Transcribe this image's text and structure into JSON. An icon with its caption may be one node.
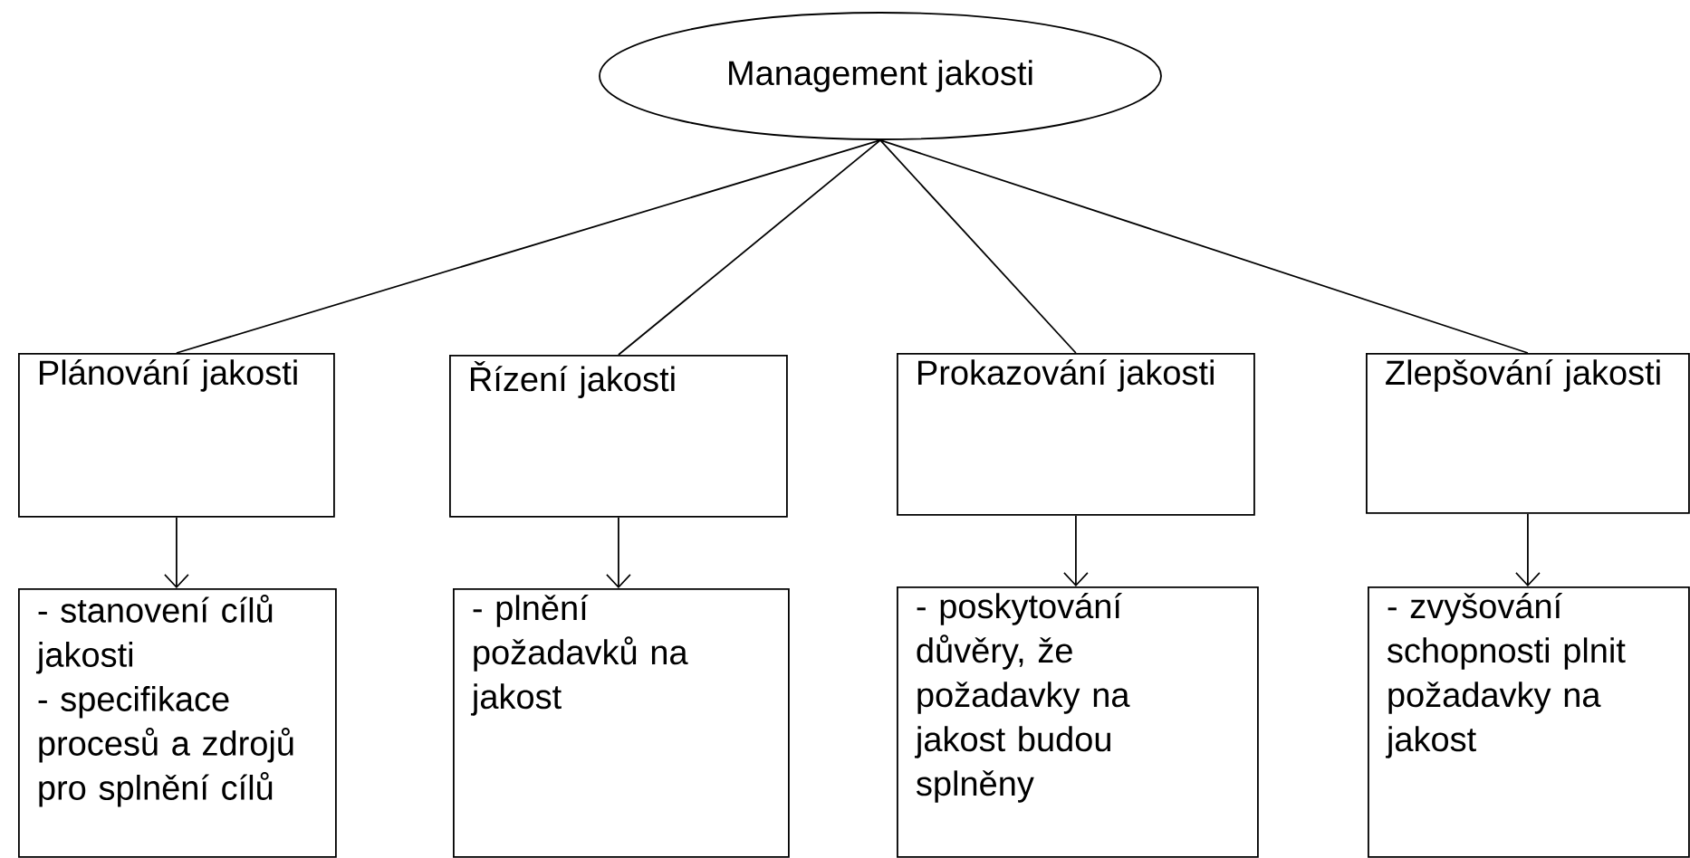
{
  "diagram": {
    "nodes": [
      {
        "text": [
          "Management jakosti"
        ]
      },
      {
        "text": [
          "Plánování jakosti"
        ]
      },
      {
        "text": [
          "Řízení jakosti"
        ]
      },
      {
        "text": [
          "Prokazování jakosti"
        ]
      },
      {
        "text": [
          "Zlepšování jakosti"
        ]
      },
      {
        "text": [
          "- stanovení cílů jakosti",
          "- specifikace procesů a zdrojů pro splnění cílů"
        ]
      },
      {
        "text": [
          "- plnění požadavků na jakost"
        ]
      },
      {
        "text": [
          "- poskytování důvěry, že požadavky na jakost budou splněny"
        ]
      },
      {
        "text": [
          "- zvyšování schopnosti plnit požadavky na jakost"
        ]
      }
    ],
    "edges": [
      {
        "from": 0,
        "to": 1,
        "arrow": "none"
      },
      {
        "from": 0,
        "to": 2,
        "arrow": "none"
      },
      {
        "from": 0,
        "to": 3,
        "arrow": "none"
      },
      {
        "from": 0,
        "to": 4,
        "arrow": "none"
      },
      {
        "from": 1,
        "to": 5,
        "arrow": "to"
      },
      {
        "from": 2,
        "to": 6,
        "arrow": "to"
      },
      {
        "from": 3,
        "to": 7,
        "arrow": "to"
      },
      {
        "from": 4,
        "to": 8,
        "arrow": "to"
      }
    ]
  }
}
